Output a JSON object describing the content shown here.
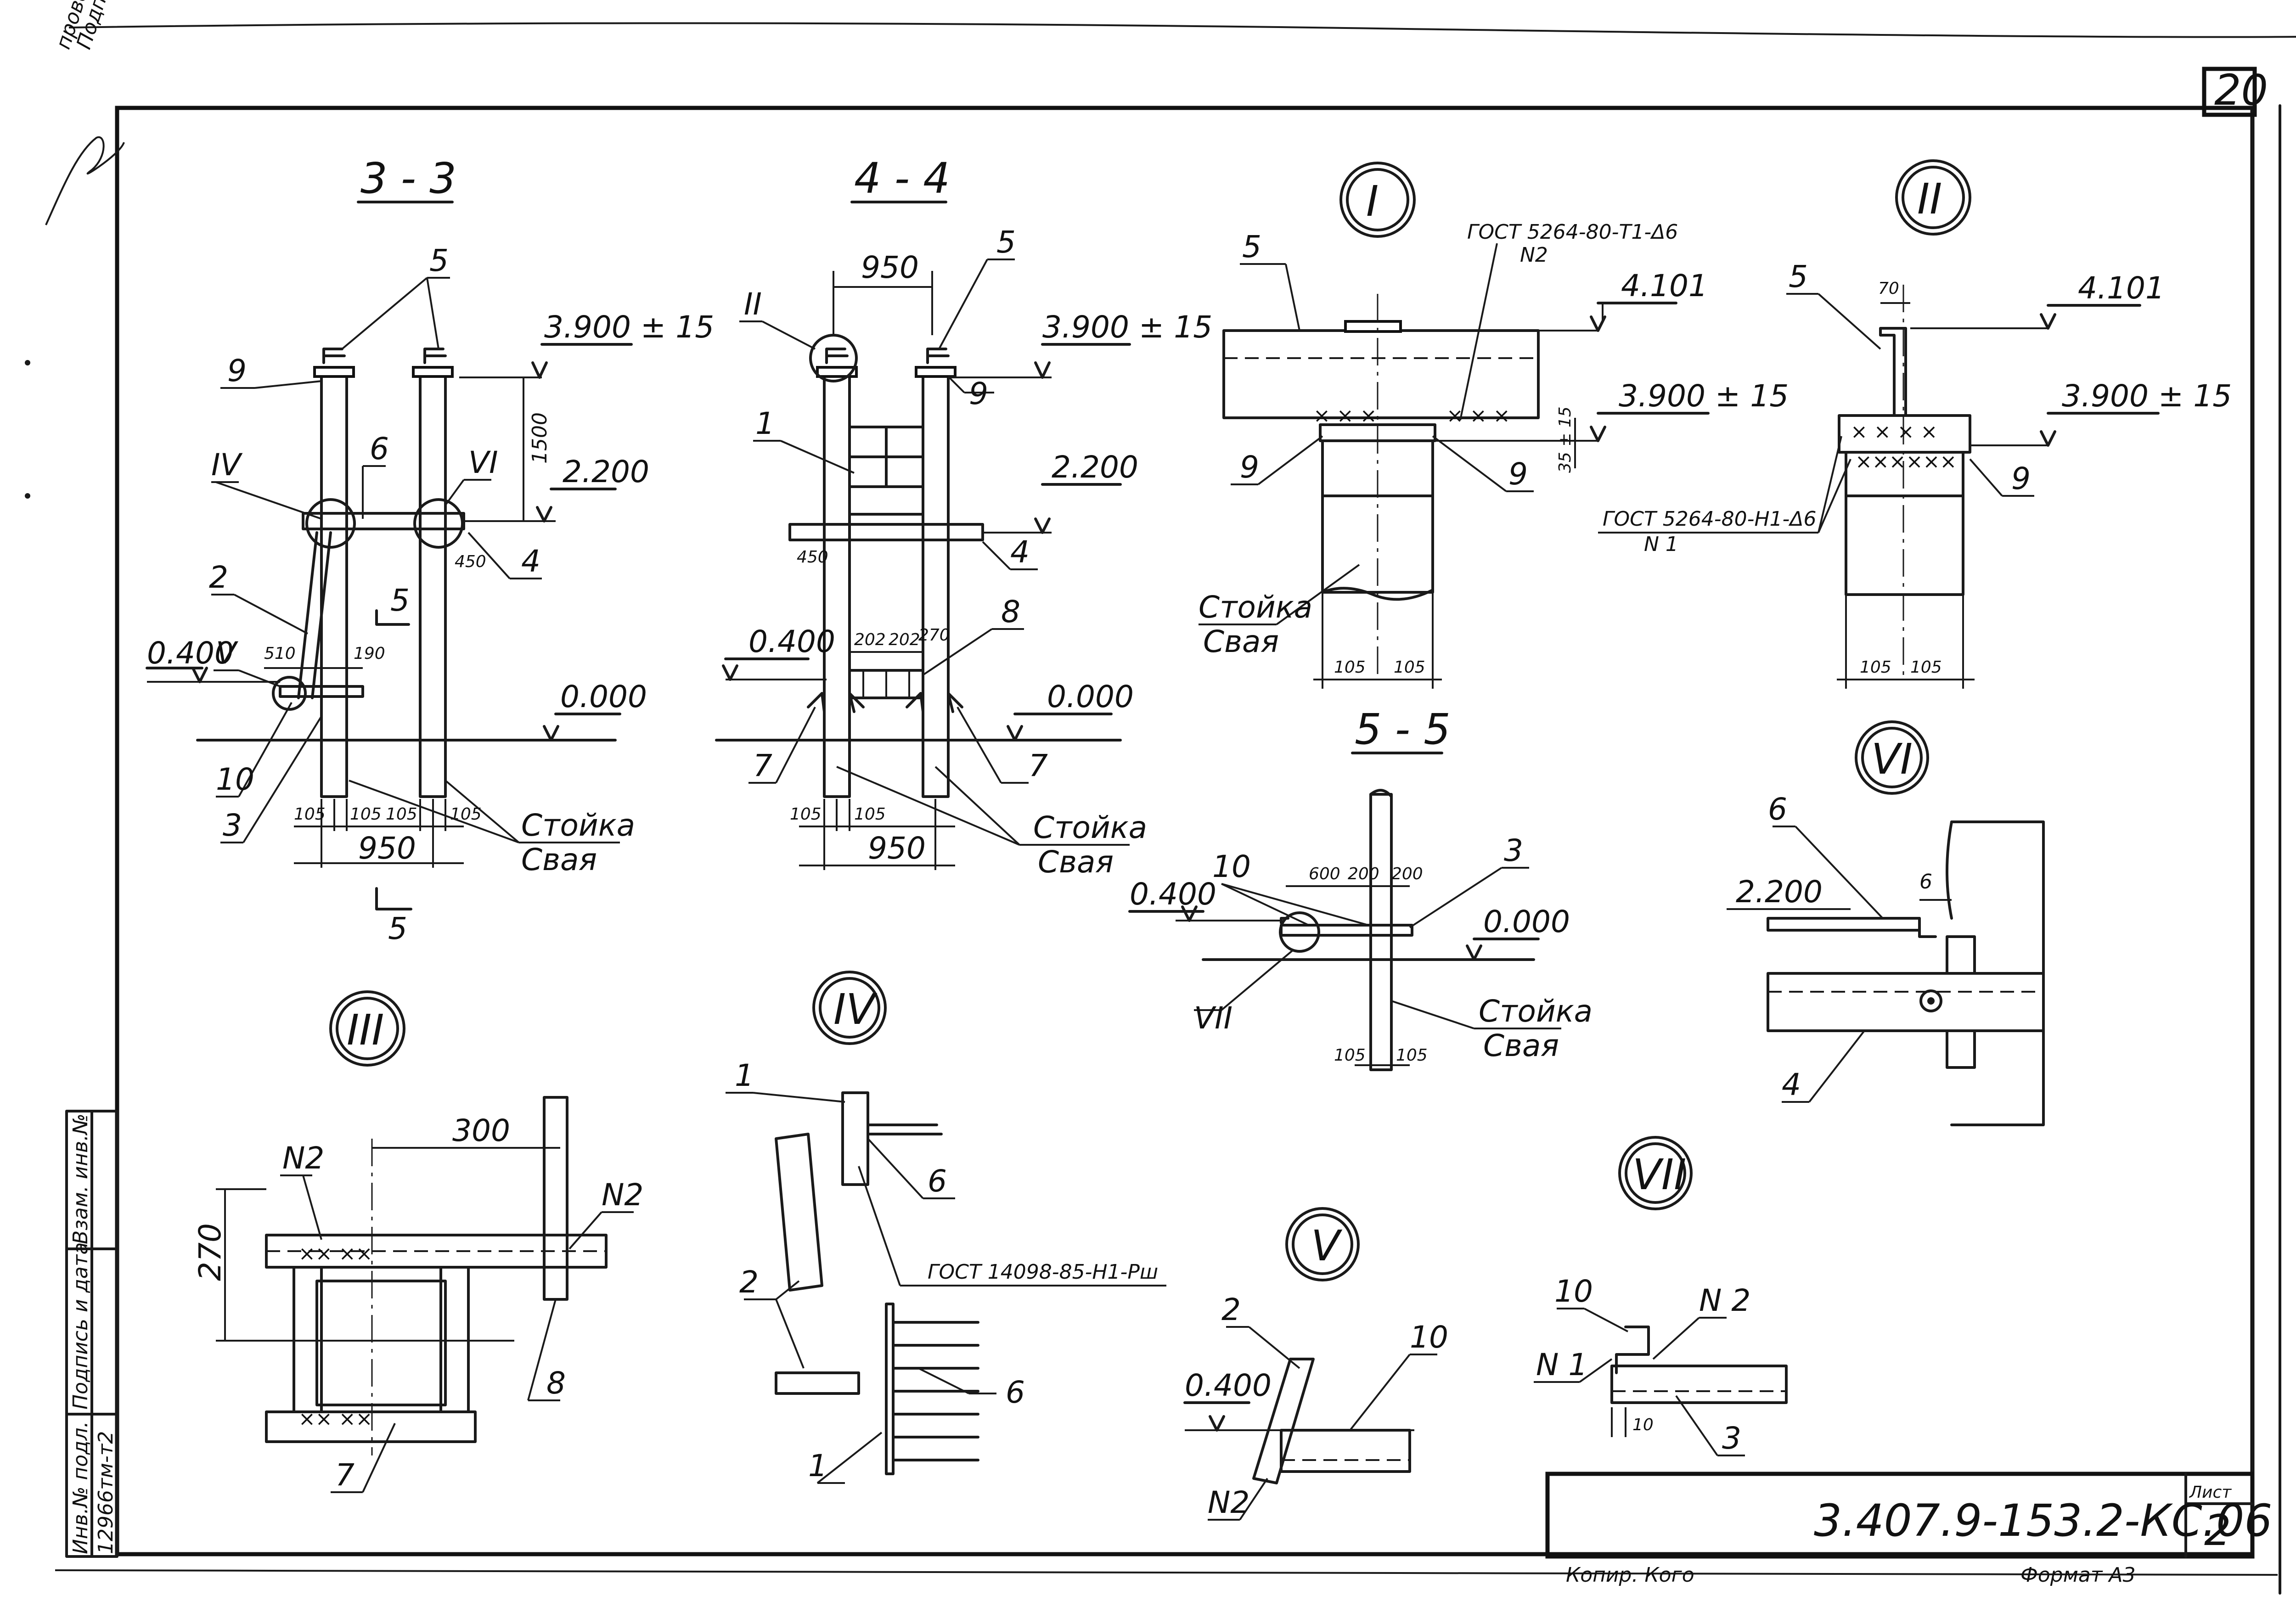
{
  "sheet": {
    "sheet_number": "20",
    "document_code": "3.407.9-153.2-КС.06",
    "list_label": "Лист",
    "list_number": "2",
    "format_label": "Формат А3",
    "copied_label": "Копир. Кого"
  },
  "side_stamp": {
    "inv_original": "Инв.№ подл.",
    "signature_date": "Подпись и дата",
    "replaces_inv": "Взам. инв.№",
    "inv_value": "12966тм-т2"
  },
  "corner_note": {
    "line1": "провер.",
    "line2": "Подпись"
  },
  "views": {
    "s33": {
      "title": "3 - 3",
      "elev_top": "3.900 ± 15",
      "elev_mid": "2.200",
      "elev_low": "0.400",
      "elev_ground": "0.000",
      "dim_1500": "1500",
      "dim_450": "450",
      "dim_510": "510",
      "dim_190": "190",
      "dim_105a": "105",
      "dim_105b": "105",
      "dim_105c": "105",
      "dim_105d": "105",
      "dim_950": "950",
      "pos_5": "5",
      "pos_9": "9",
      "pos_6": "6",
      "pos_4": "4",
      "pos_2": "2",
      "pos_10": "10",
      "pos_3": "3",
      "node_iv": "IV",
      "node_vi": "VI",
      "node_v": "V",
      "cut_5_top": "5",
      "cut_5_bottom": "5",
      "note_stoyka": "Стойка",
      "note_svaya": "Свая"
    },
    "s44": {
      "title": "4 - 4",
      "dim_950_top": "950",
      "elev_top": "3.900 ± 15",
      "elev_mid": "2.200",
      "elev_low": "0.400",
      "elev_ground": "0.000",
      "dim_450": "450",
      "dim_202a": "202",
      "dim_202b": "202",
      "dim_270": "270",
      "dim_105a": "105",
      "dim_105b": "105",
      "dim_950": "950",
      "pos_5": "5",
      "pos_9": "9",
      "pos_1": "1",
      "pos_4": "4",
      "pos_8": "8",
      "pos_7a": "7",
      "pos_7b": "7",
      "node_ii": "II",
      "note_stoyka": "Стойка",
      "note_svaya": "Свая"
    },
    "nI": {
      "title": "I",
      "gost": "ГОСТ 5264-80-Т1-Δ6",
      "seam": "N2",
      "elev_top": "4.101",
      "elev_mid": "3.900 ± 15",
      "dim_35": "35 ± 15",
      "pos_5": "5",
      "pos_9a": "9",
      "pos_9b": "9",
      "note_stoyka": "Стойка",
      "note_svaya": "Свая",
      "dim_105a": "105",
      "dim_105b": "105"
    },
    "nII": {
      "title": "II",
      "dim_70": "70",
      "elev_top": "4.101",
      "elev_mid": "3.900 ± 15",
      "pos_5": "5",
      "pos_9": "9",
      "gost": "ГОСТ 5264-80-Н1-Δ6",
      "seam": "N 1",
      "dim_105a": "105",
      "dim_105b": "105"
    },
    "s55": {
      "title": "5 - 5",
      "dim_600": "600",
      "dim_200a": "200",
      "dim_200b": "200",
      "elev_low": "0.400",
      "elev_ground": "0.000",
      "pos_10": "10",
      "pos_3": "3",
      "node_vii": "VII",
      "note_stoyka": "Стойка",
      "note_svaya": "Свая",
      "dim_105a": "105",
      "dim_105b": "105"
    },
    "nVI": {
      "title": "VI",
      "elev": "2.200",
      "pos_6": "6",
      "pos_4": "4",
      "dim_6": "6"
    },
    "nIII": {
      "title": "III",
      "dim_300": "300",
      "dim_270": "270",
      "seam_a": "N2",
      "seam_b": "N2",
      "pos_7": "7",
      "pos_8": "8"
    },
    "nIV": {
      "title": "IV",
      "pos_1a": "1",
      "pos_1b": "1",
      "pos_2": "2",
      "pos_6a": "6",
      "pos_6b": "6",
      "gost": "ГОСТ 14098-85-Н1-Рш"
    },
    "nV": {
      "title": "V",
      "pos_2": "2",
      "pos_10": "10",
      "elev": "0.400",
      "seam": "N2"
    },
    "nVII": {
      "title": "VII",
      "pos_10": "10",
      "pos_3": "3",
      "seam_a": "N 1",
      "seam_b": "N 2",
      "dim_10": "10"
    }
  }
}
